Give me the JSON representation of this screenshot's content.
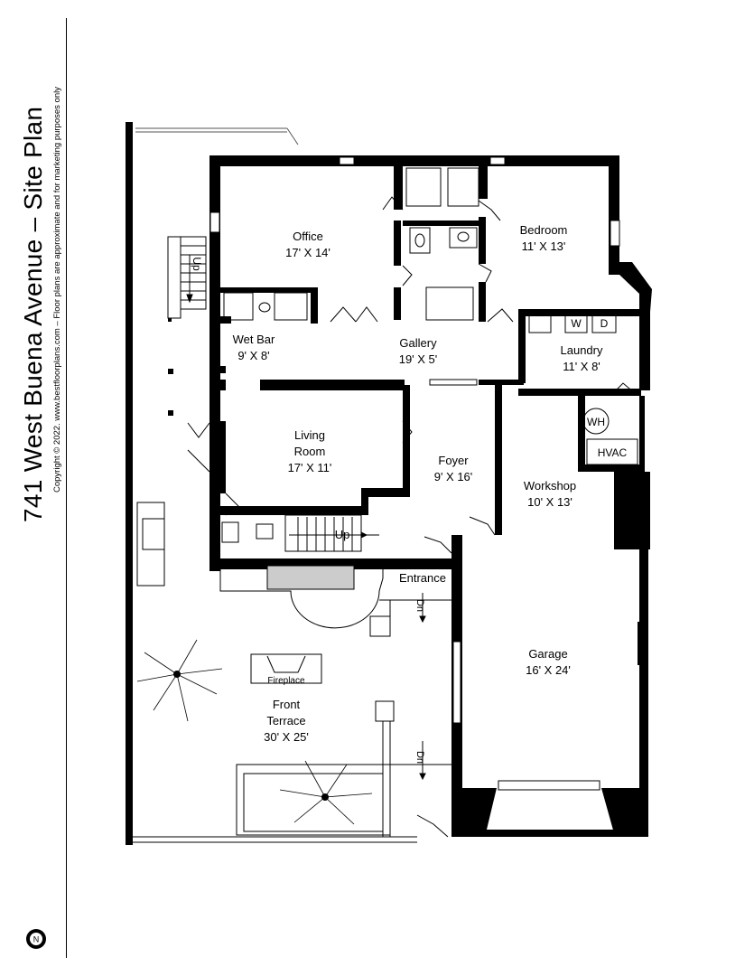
{
  "title": {
    "main": "741 West Buena Avenue – Site Plan"
  },
  "copyright": "Copyright © 2022.  www.bestfloorplans.com – Floor plans are approximate and for marketing purposes only",
  "rooms": {
    "office": {
      "name": "Office",
      "size": "17' X 14'"
    },
    "bedroom": {
      "name": "Bedroom",
      "size": "11' X 13'"
    },
    "wetbar": {
      "name": "Wet Bar",
      "size": "9' X 8'"
    },
    "gallery": {
      "name": "Gallery",
      "size": "19' X 5'"
    },
    "laundry": {
      "name": "Laundry",
      "size": "11' X 8'"
    },
    "living": {
      "name1": "Living",
      "name2": "Room",
      "size": "17' X 11'"
    },
    "foyer": {
      "name": "Foyer",
      "size": "9' X 16'"
    },
    "workshop": {
      "name": "Workshop",
      "size": "10' X 13'"
    },
    "garage": {
      "name": "Garage",
      "size": "16' X 24'"
    },
    "terrace": {
      "name1": "Front",
      "name2": "Terrace",
      "size": "30' X 25'"
    }
  },
  "labels": {
    "entrance": "Entrance",
    "fireplace": "Fireplace",
    "up_stairs": "Up",
    "up_exterior": "Up",
    "dn_entrance": "Dn",
    "dn_terrace": "Dn",
    "wh": "WH",
    "hvac": "HVAC",
    "washer": "W",
    "dryer": "D",
    "compass": "N"
  }
}
